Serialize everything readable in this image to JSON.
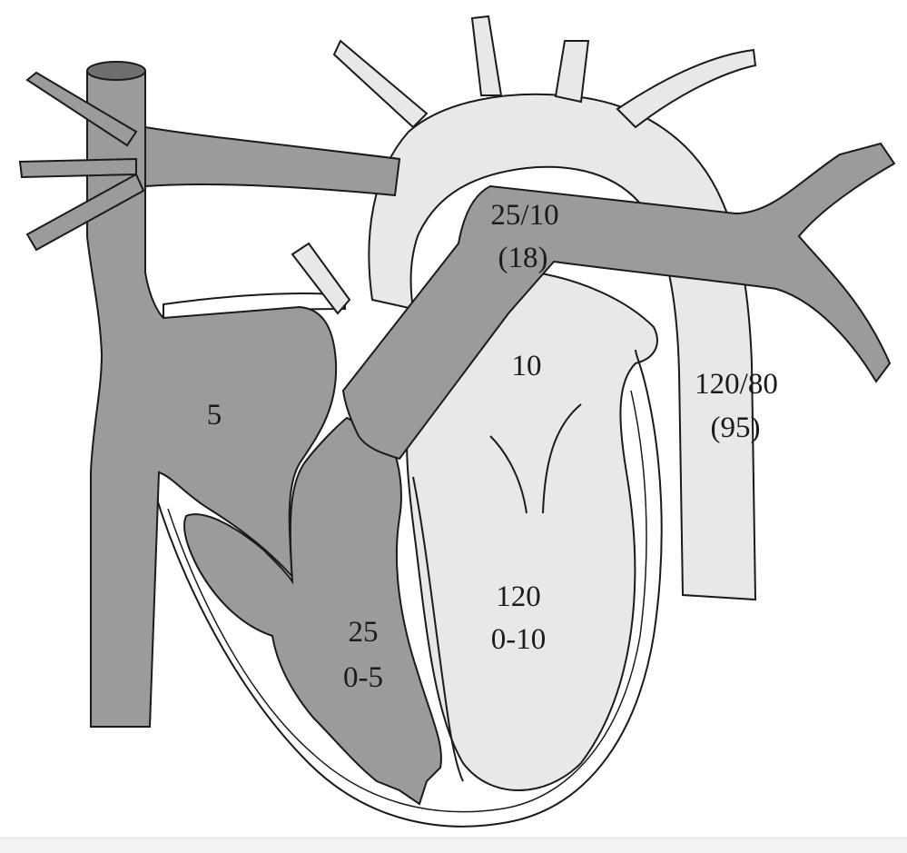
{
  "colors": {
    "deoxygenated": "#9b9b9b",
    "oxygenated": "#e8e8e8",
    "outline": "#1a1a1a",
    "background": "#ffffff"
  },
  "labels": {
    "right_atrium": "5",
    "right_ventricle_systolic": "25",
    "right_ventricle_diastolic": "0-5",
    "pulmonary_artery_pressure": "25/10",
    "pulmonary_artery_mean": "(18)",
    "left_atrium": "10",
    "left_ventricle_systolic": "120",
    "left_ventricle_diastolic": "0-10",
    "aorta_pressure": "120/80",
    "aorta_mean": "(95)"
  }
}
